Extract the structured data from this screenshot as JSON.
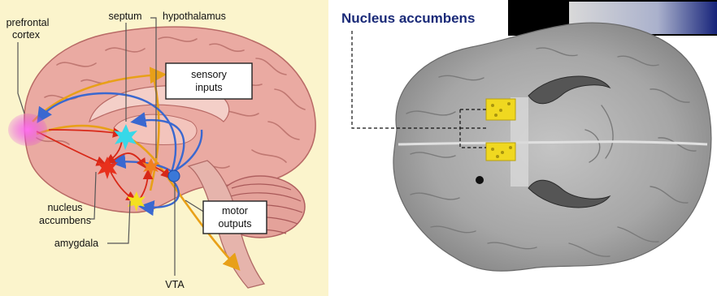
{
  "left_panel": {
    "labels": {
      "prefrontal_cortex_line1": "prefrontal",
      "prefrontal_cortex_line2": "cortex",
      "septum": "septum",
      "hypothalamus": "hypothalamus",
      "sensory_inputs_line1": "sensory",
      "sensory_inputs_line2": "inputs",
      "nucleus_accumbens_line1": "nucleus",
      "nucleus_accumbens_line2": "accumbens",
      "amygdala": "amygdala",
      "motor_outputs_line1": "motor",
      "motor_outputs_line2": "outputs",
      "vta": "VTA"
    },
    "colors": {
      "background": "#fbf4cc",
      "brain": "#e9a9a2",
      "prefrontal": "#e040d8",
      "septum": "#38d8e8",
      "nucleus_accumbens": "#e8301c",
      "hypothalamus": "#f08020",
      "amygdala": "#f4e020",
      "vta": "#3a78d8",
      "arrow_orange": "#e8a018",
      "arrow_blue": "#3a68d0",
      "arrow_red": "#d82818"
    }
  },
  "right_panel": {
    "title": "Nucleus accumbens",
    "colors": {
      "title": "#1a2a78",
      "highlight": "#f0d820",
      "tissue": "#a8a8a8"
    }
  }
}
